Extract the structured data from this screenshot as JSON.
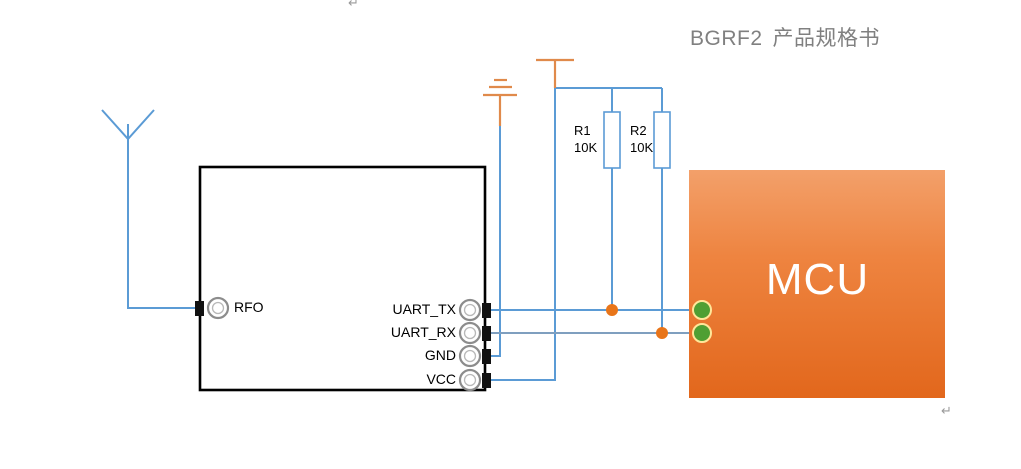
{
  "document": {
    "title_model": "BGRF2",
    "title_cjk": "产品规格书",
    "pilcrow_top": "↵",
    "pilcrow_bottom": "↵"
  },
  "diagram": {
    "type": "schematic",
    "description": "BGRF2 RF module to MCU UART interface application circuit",
    "module": {
      "name": "rf-module",
      "border_color": "#000000",
      "fill_color": "#ffffff",
      "pins_left": [
        {
          "label": "RFO",
          "net": "antenna"
        }
      ],
      "pins_right": [
        {
          "label": "UART_TX",
          "net": "mcu-rx-pullup"
        },
        {
          "label": "UART_RX",
          "net": "mcu-tx-pullup"
        },
        {
          "label": "GND",
          "net": "ground"
        },
        {
          "label": "VCC",
          "net": "vcc-rail"
        }
      ]
    },
    "mcu": {
      "label": "MCU",
      "fill_top": "#f0813c",
      "fill_bottom": "#e2671c",
      "text_color": "#ffffff",
      "pins": [
        {
          "name": "mcu-pin-rx",
          "color": "#4f9f33"
        },
        {
          "name": "mcu-pin-tx",
          "color": "#4f9f33"
        }
      ]
    },
    "resistors": [
      {
        "designator": "R1",
        "value": "10K",
        "net": "UART_TX pull-up"
      },
      {
        "designator": "R2",
        "value": "10K",
        "net": "UART_RX pull-up"
      }
    ],
    "symbols": [
      {
        "name": "antenna-symbol",
        "color": "#4a7ebb"
      },
      {
        "name": "ground-symbol",
        "color": "#e08a4b"
      },
      {
        "name": "vcc-rail-symbol",
        "color": "#e08a4b"
      }
    ],
    "junctions": [
      {
        "name": "junction-tx",
        "color": "#e8751a"
      },
      {
        "name": "junction-rx",
        "color": "#e8751a"
      }
    ],
    "colors": {
      "wire": "#5b9bd5",
      "wire_dim": "#7f9fbf",
      "module_border": "#000000",
      "terminal": "#111111",
      "pad_ring": "#8c8c8c",
      "orange": "#e08a4b",
      "junction": "#e8751a",
      "mcu_orange": "#ed7d31",
      "pin_green": "#4f9f33",
      "pin_ring": "#ffe699",
      "title_gray": "#808080"
    }
  }
}
